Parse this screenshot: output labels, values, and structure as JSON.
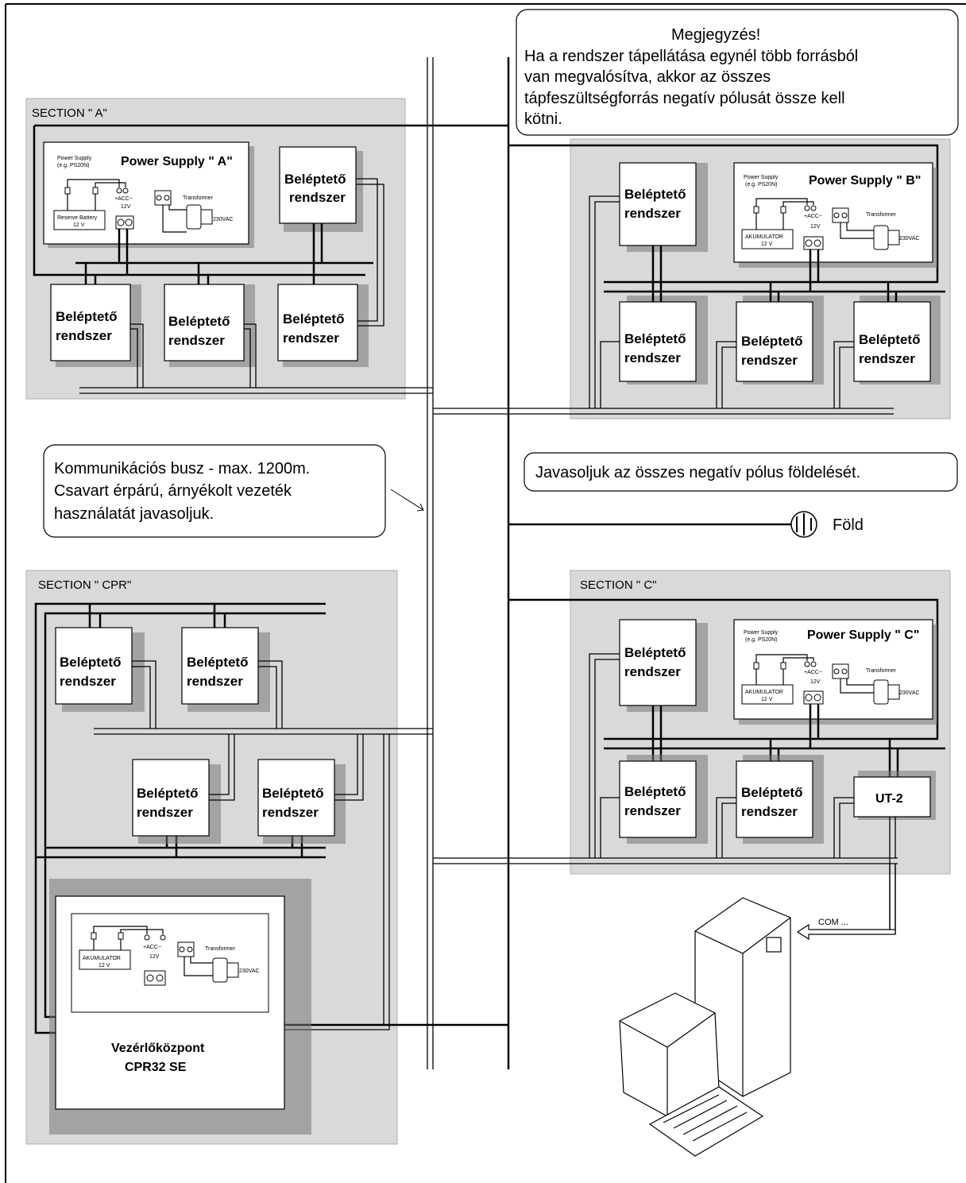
{
  "sections": {
    "a": "SECTION \" A\"",
    "b": "",
    "cpr": "SECTION \" CPR\"",
    "c": "SECTION \" C\""
  },
  "module": {
    "line1": "Beléptető",
    "line2": "rendszer"
  },
  "power_supplies": {
    "a": {
      "title": "Power Supply \" A\"",
      "note1": "Power Supply",
      "note2": "(e.g. PS20N)",
      "battery1": "Reserve Battery",
      "battery2": "12 V"
    },
    "b": {
      "title": "Power Supply \" B\"",
      "note1": "Power Supply",
      "note2": "(e.g. PS20N)",
      "battery1": "AKUMULATOR",
      "battery2": "12 V"
    },
    "c": {
      "title": "Power Supply \" C\"",
      "note1": "Power Supply",
      "note2": "(e.g. PS20N)",
      "battery1": "AKUMULATOR",
      "battery2": "12 V"
    },
    "cpr": {
      "battery1": "AKUMULATOR",
      "battery2": "12 V"
    }
  },
  "psu_labels": {
    "transformer": "Transformer",
    "vac": "230VAC",
    "acc": "+ACC−",
    "v12": "12V",
    "plus": "+",
    "minus": "−"
  },
  "notes": {
    "warning_title": "Megjegyzés!",
    "warning_lines": [
      "Ha a rendszer tápellátása egynél több forrásból",
      "van megvalósítva, akkor az összes",
      "tápfeszültségforrás negatív pólusát össze kell",
      "kötni."
    ],
    "bus_lines": [
      "Kommunikációs busz - max. 1200m.",
      "Csavart érpárú, árnyékolt vezeték",
      "használatát javasoljuk."
    ],
    "ground_note": "Javasoljuk az összes negatív pólus földelését."
  },
  "ground_label": "Föld",
  "controller": {
    "line1": "Vezérlőközpont",
    "line2": "CPR32 SE"
  },
  "ut2": "UT-2",
  "com": "COM ..."
}
